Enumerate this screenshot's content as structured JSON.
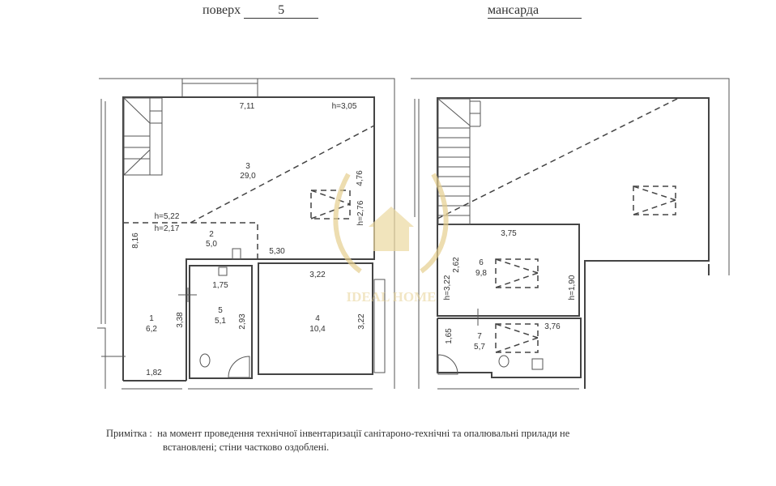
{
  "header": {
    "floor_label": "поверх",
    "floor_value": "5",
    "attic_label": "мансарда"
  },
  "floor5": {
    "dims": [
      "7,11",
      "h=3,05",
      "h=5,22",
      "h=2,17",
      "8,16",
      "5,30",
      "3,22",
      "1,75",
      "3,38",
      "2,93",
      "3,22",
      "1,82",
      "h=2,76",
      "4,76"
    ],
    "rooms": [
      {
        "num": "1",
        "area": "6,2"
      },
      {
        "num": "2",
        "area": "5,0"
      },
      {
        "num": "3",
        "area": "29,0"
      },
      {
        "num": "4",
        "area": "10,4"
      },
      {
        "num": "5",
        "area": "5,1"
      }
    ]
  },
  "attic": {
    "dims": [
      "3,75",
      "2,62",
      "h=3,22",
      "h=1,90",
      "3,76",
      "1,65"
    ],
    "rooms": [
      {
        "num": "6",
        "area": "9,8"
      },
      {
        "num": "7",
        "area": "5,7"
      }
    ]
  },
  "watermark": {
    "text": "IDEAL HOME",
    "color": "#e6cf8f"
  },
  "note": {
    "label": "Примітка :",
    "line1": "на момент проведення технічної інвентаризації санітароно-технічні та опалювальні прилади не",
    "line2": "встановлені; стіни частково оздоблені."
  }
}
